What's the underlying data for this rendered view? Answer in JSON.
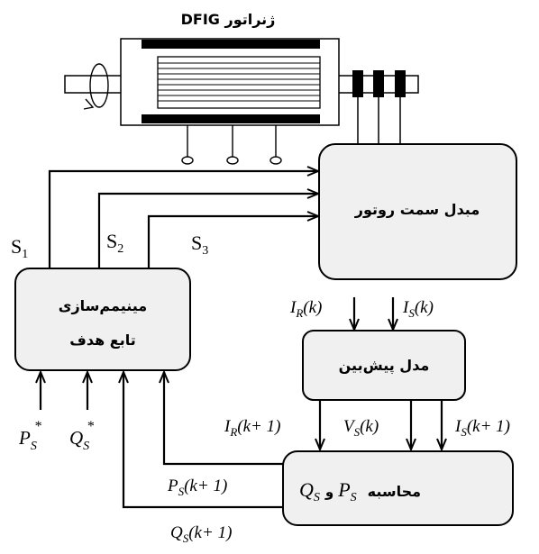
{
  "generator": {
    "title": "ژنراتور DFIG"
  },
  "blocks": {
    "converter": "مبدل سمت روتور",
    "minimizer_line1": "مینیمم‌سازی",
    "minimizer_line2": "تابع هدف",
    "predictive": "مدل پیش‌بین",
    "calc_word": "محاسبه",
    "calc_and": "و",
    "calc_ps": "P",
    "calc_ps_sub": "S",
    "calc_qs": "Q",
    "calc_qs_sub": "S"
  },
  "switch_signals": {
    "s1": "S",
    "s1_sub": "1",
    "s2": "S",
    "s2_sub": "2",
    "s3": "S",
    "s3_sub": "3"
  },
  "signals": {
    "ir_k_sym": "I",
    "ir_k_sub": "R",
    "ir_k_arg": "(k)",
    "is_k_sym": "I",
    "is_k_sub": "S",
    "is_k_arg": "(k)",
    "ir_k1_sym": "I",
    "ir_k1_sub": "R",
    "ir_k1_arg": "(k+ 1)",
    "vs_k_sym": "V",
    "vs_k_sub": "S",
    "vs_k_arg": "(k)",
    "is_k1_sym": "I",
    "is_k1_sub": "S",
    "is_k1_arg": "(k+ 1)",
    "ps_k1_sym": "P",
    "ps_k1_sub": "S",
    "ps_k1_arg": "(k+ 1)",
    "qs_k1_sym": "Q",
    "qs_k1_sub": "S",
    "qs_k1_arg": "(k+ 1)",
    "ps_ref_sym": "P",
    "ps_ref_sub": "S",
    "ps_ref_sup": "*",
    "qs_ref_sym": "Q",
    "qs_ref_sub": "S",
    "qs_ref_sup": "*"
  },
  "colors": {
    "block_fill": "#f0f0f0",
    "line": "#000000"
  },
  "icons": {
    "rotation": "rotation-arrow-icon",
    "slip_rings": "slip-ring-icon",
    "stator_terminals": "terminal-icon"
  }
}
